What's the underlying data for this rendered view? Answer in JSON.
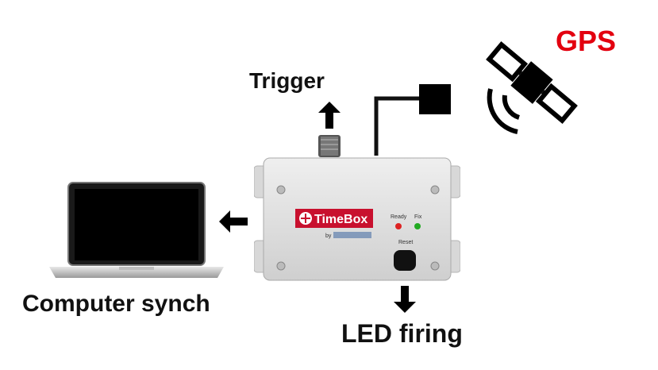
{
  "labels": {
    "trigger": "Trigger",
    "gps": "GPS",
    "computer": "Computer synch",
    "led": "LED firing"
  },
  "device": {
    "brand": "TimeBox",
    "maker": "by",
    "led_ready": "Ready",
    "led_fix": "Fix",
    "reset": "Reset"
  },
  "colors": {
    "gps_label": "#e3000f",
    "brand_badge": "#c8102e",
    "enclosure": "#e6e6e6"
  },
  "icons": [
    "satellite-icon",
    "laptop-icon",
    "arrow-up-icon",
    "arrow-left-icon",
    "arrow-down-icon",
    "antenna-icon"
  ]
}
